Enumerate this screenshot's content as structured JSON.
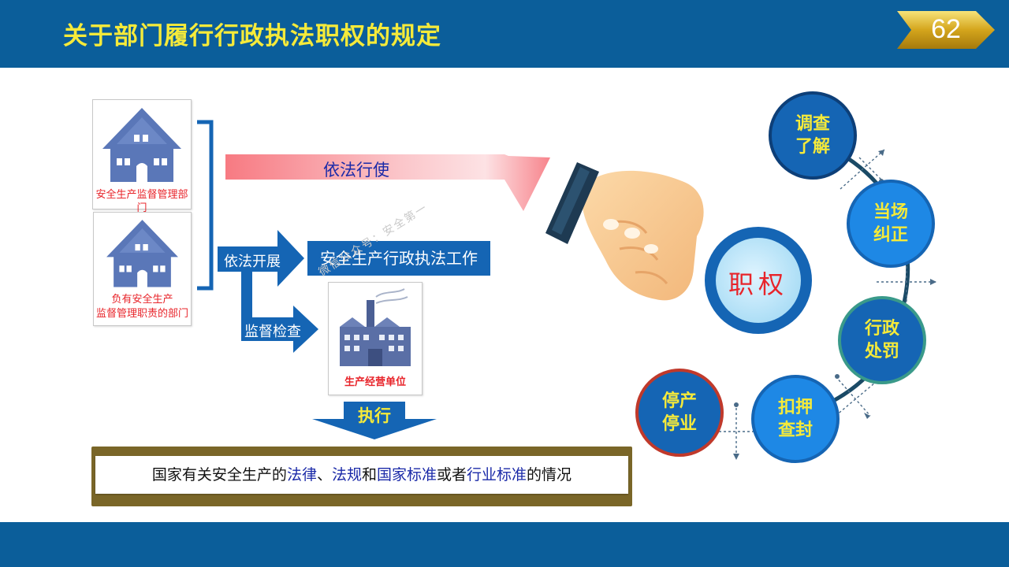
{
  "header": {
    "title": "关于部门履行行政执法职权的规定",
    "page_number": "62"
  },
  "departments": {
    "dept1_label": "安全生产监督管理部门",
    "dept2_label_line1": "负有安全生产",
    "dept2_label_line2": "监督管理职责的部门",
    "enterprise_label": "生产经营单位"
  },
  "flow": {
    "exercise_label": "依法行使",
    "conduct_label": "依法开展",
    "work_box": "安全生产行政执法工作",
    "inspect_label": "监督检查",
    "execute_label": "执行"
  },
  "watermark": "微信公众号：安全第一",
  "powers": {
    "center": "职权",
    "items": [
      {
        "line1": "调查",
        "line2": "了解"
      },
      {
        "line1": "当场",
        "line2": "纠正"
      },
      {
        "line1": "行政",
        "line2": "处罚"
      },
      {
        "line1": "扣押",
        "line2": "查封"
      },
      {
        "line1": "停产",
        "line2": "停业"
      }
    ]
  },
  "banner": {
    "part1": "国家有关安全生产的",
    "part2": "法律",
    "part3": "、",
    "part4": "法规",
    "part5": "和",
    "part6": "国家标准",
    "part7": "或者",
    "part8": "行业标准",
    "part9": "的情况"
  },
  "colors": {
    "header_bg": "#0b5e9a",
    "title_yellow": "#f5ea3a",
    "red_label": "#e8242a",
    "blue_arrow": "#1565b4",
    "banner_brown": "#7a6628"
  }
}
